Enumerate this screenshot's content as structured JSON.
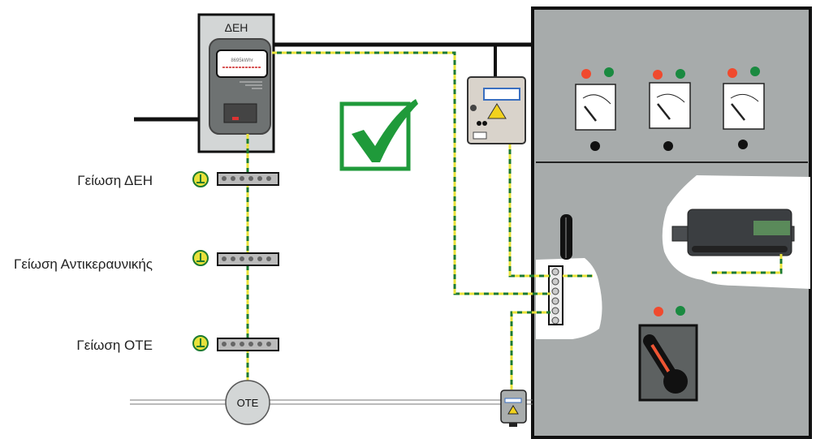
{
  "meter_box": {
    "label": "ΔΕΗ",
    "display_reading": "8695kWhr"
  },
  "ground_labels": [
    {
      "label": "Γείωση ΔΕΗ"
    },
    {
      "label": "Γείωση Αντικεραυνικής"
    },
    {
      "label": "Γείωση ΟΤΕ"
    }
  ],
  "ote": {
    "label": "ΟΤΕ"
  },
  "status": {
    "icon": "checkmark-icon",
    "color": "#1f9a3a"
  },
  "colors": {
    "ground_wire_green": "#1c7a30",
    "ground_wire_yellow": "#e8e23a",
    "panel": "#a7abab",
    "led_red": "#f04a2e",
    "led_green": "#1a8a40"
  }
}
